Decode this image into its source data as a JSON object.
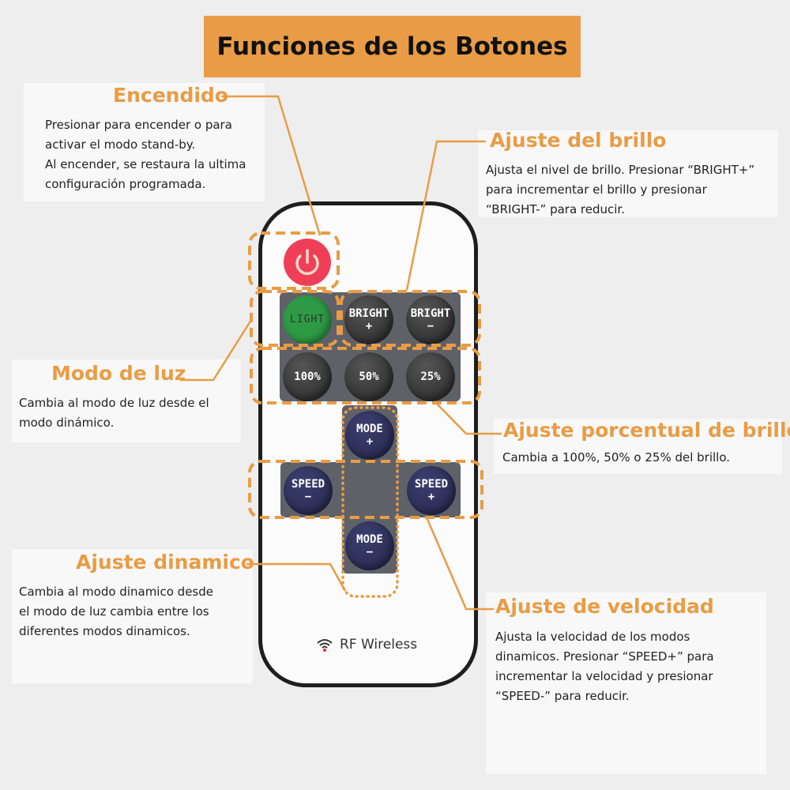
{
  "title": "Funciones de los Botones",
  "sections": {
    "encendido": {
      "heading": "Encendido",
      "text": "Presionar para encender o para\nactivar el modo stand-by.\nAl encender, se restaura la ultima\nconfiguración programada."
    },
    "brillo": {
      "heading": "Ajuste del brillo",
      "text": "Ajusta el nivel de brillo. Presionar “BRIGHT+”\npara incrementar el brillo y presionar\n“BRIGHT-” para reducir."
    },
    "modo_luz": {
      "heading": "Modo de luz",
      "text": "Cambia al modo de luz desde el\nmodo dinámico."
    },
    "porcentual": {
      "heading": "Ajuste porcentual de brillo",
      "text": "Cambia a 100%, 50% o 25% del brillo."
    },
    "dinamico": {
      "heading": "Ajuste dinamico",
      "text": "Cambia al modo dinamico desde\nel modo de luz  cambia entre los\ndiferentes modos dinamicos."
    },
    "velocidad": {
      "heading": "Ajuste de velocidad",
      "text": "Ajusta la velocidad de los modos\ndinamicos. Presionar “SPEED+” para\nincrementar la velocidad y presionar\n“SPEED-” para reducir."
    }
  },
  "remote": {
    "light": "LIGHT",
    "bright_plus": {
      "label": "BRIGHT",
      "sign": "+"
    },
    "bright_minus": {
      "label": "BRIGHT",
      "sign": "−"
    },
    "p100": "100%",
    "p50": "50%",
    "p25": "25%",
    "mode_plus": {
      "label": "MODE",
      "sign": "+"
    },
    "mode_minus": {
      "label": "MODE",
      "sign": "−"
    },
    "speed_minus": {
      "label": "SPEED",
      "sign": "−"
    },
    "speed_plus": {
      "label": "SPEED",
      "sign": "+"
    },
    "brand": "RF Wireless"
  },
  "colors": {
    "accent": "#e99c45",
    "power": "#ef3f58",
    "light": "#2e9a45",
    "navy": "#25274c"
  }
}
